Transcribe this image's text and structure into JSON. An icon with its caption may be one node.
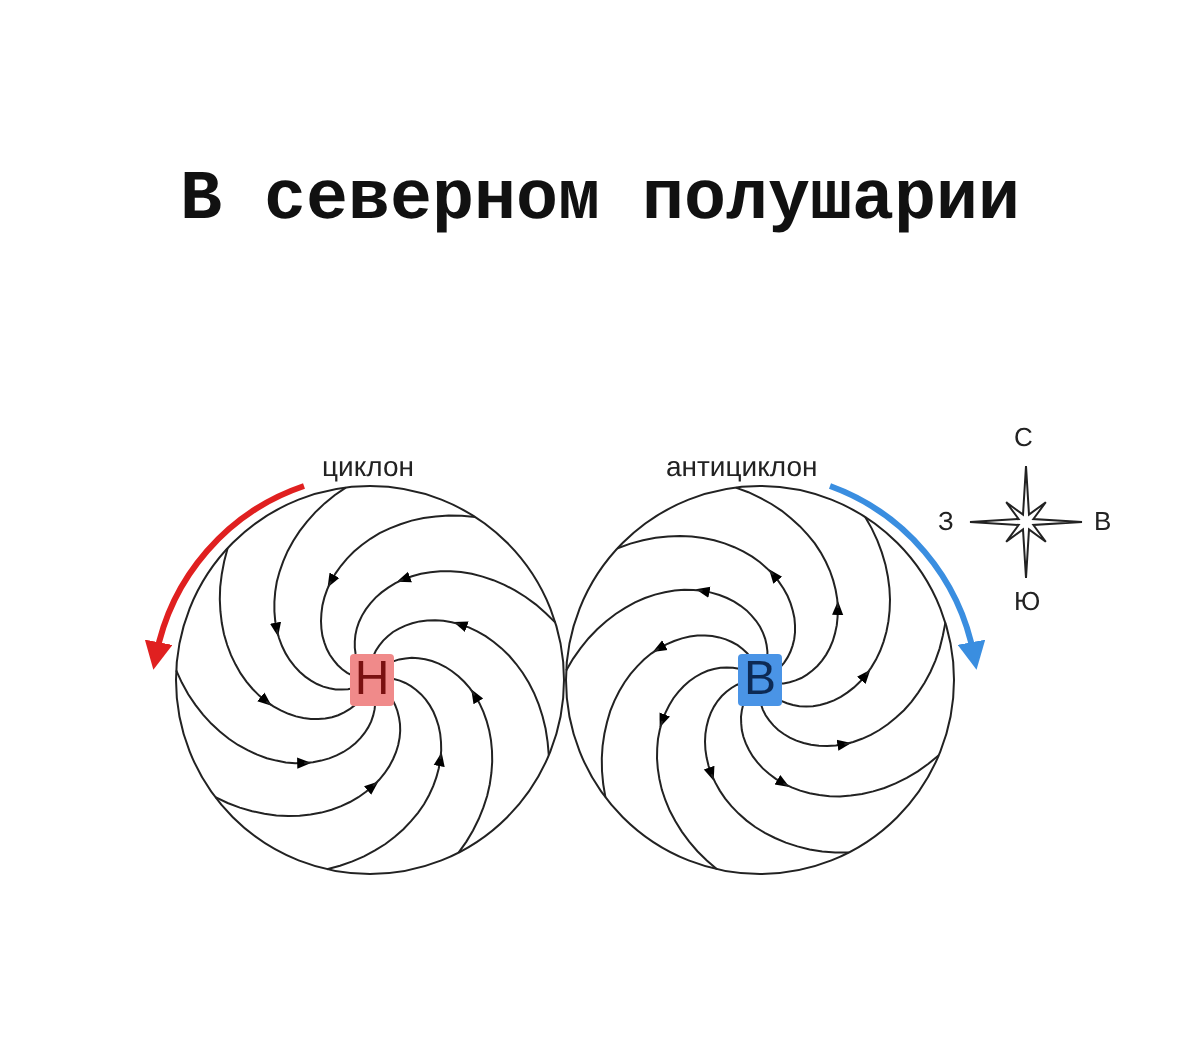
{
  "diagram": {
    "title": "В северном полушарии",
    "nodes": [
      {
        "text": [
          "Н"
        ]
      },
      {
        "text": [
          "В"
        ]
      }
    ],
    "labels": [
      "циклон",
      "антициклон",
      "С",
      "З",
      "В",
      "Ю"
    ]
  }
}
